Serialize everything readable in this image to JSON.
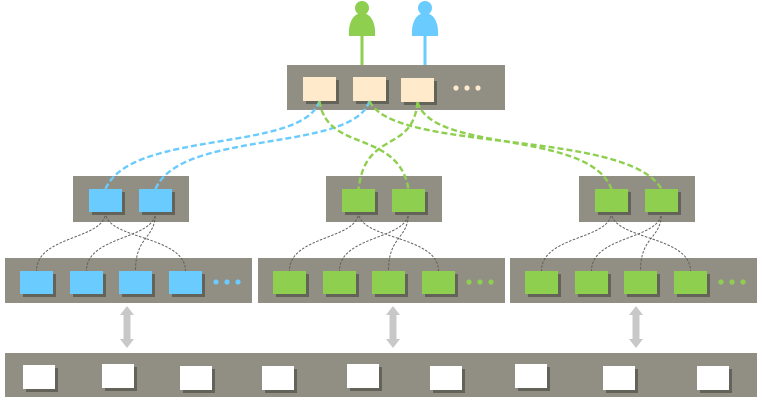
{
  "colors": {
    "panel": "#918f83",
    "panel_shadow": "#55544b",
    "green": "#8fcf4f",
    "blue": "#6acbff",
    "cream": "#ffeacb",
    "host": "#ffffff",
    "arrow": "#c8c8c8",
    "link_gray": "#5f5f5f"
  },
  "users": [
    {
      "name": "user-green",
      "color": "green"
    },
    {
      "name": "user-blue",
      "color": "blue"
    }
  ],
  "core_switch": {
    "ports": [
      "cream",
      "cream",
      "cream"
    ],
    "more_indicator_color": "cream",
    "more_dots": 3
  },
  "aggregation_switches": [
    {
      "ports": [
        "blue",
        "blue"
      ]
    },
    {
      "ports": [
        "green",
        "green"
      ]
    },
    {
      "ports": [
        "green",
        "green"
      ]
    }
  ],
  "access_switches": [
    {
      "ports": [
        "blue",
        "blue",
        "blue",
        "blue"
      ],
      "more_indicator_color": "blue",
      "more_dots": 3
    },
    {
      "ports": [
        "green",
        "green",
        "green",
        "green"
      ],
      "more_indicator_color": "green",
      "more_dots": 3
    },
    {
      "ports": [
        "green",
        "green",
        "green",
        "green"
      ],
      "more_indicator_color": "green",
      "more_dots": 3
    }
  ],
  "uplinks": [
    {
      "core_port": 0,
      "agg": 0,
      "agg_port": 0,
      "color": "blue"
    },
    {
      "core_port": 1,
      "agg": 0,
      "agg_port": 1,
      "color": "blue"
    },
    {
      "core_port": 0,
      "agg": 1,
      "agg_port": 1,
      "color": "green"
    },
    {
      "core_port": 2,
      "agg": 1,
      "agg_port": 0,
      "color": "green"
    },
    {
      "core_port": 1,
      "agg": 2,
      "agg_port": 1,
      "color": "green"
    },
    {
      "core_port": 2,
      "agg": 2,
      "agg_port": 0,
      "color": "green"
    }
  ],
  "downlink_pattern": [
    {
      "agg_port": 0,
      "access_port": 0
    },
    {
      "agg_port": 0,
      "access_port": 3
    },
    {
      "agg_port": 1,
      "access_port": 1
    },
    {
      "agg_port": 1,
      "access_port": 2
    }
  ],
  "bidirectional_arrows": 3,
  "host_bus": {
    "host_count": 9,
    "host_color": "host"
  }
}
